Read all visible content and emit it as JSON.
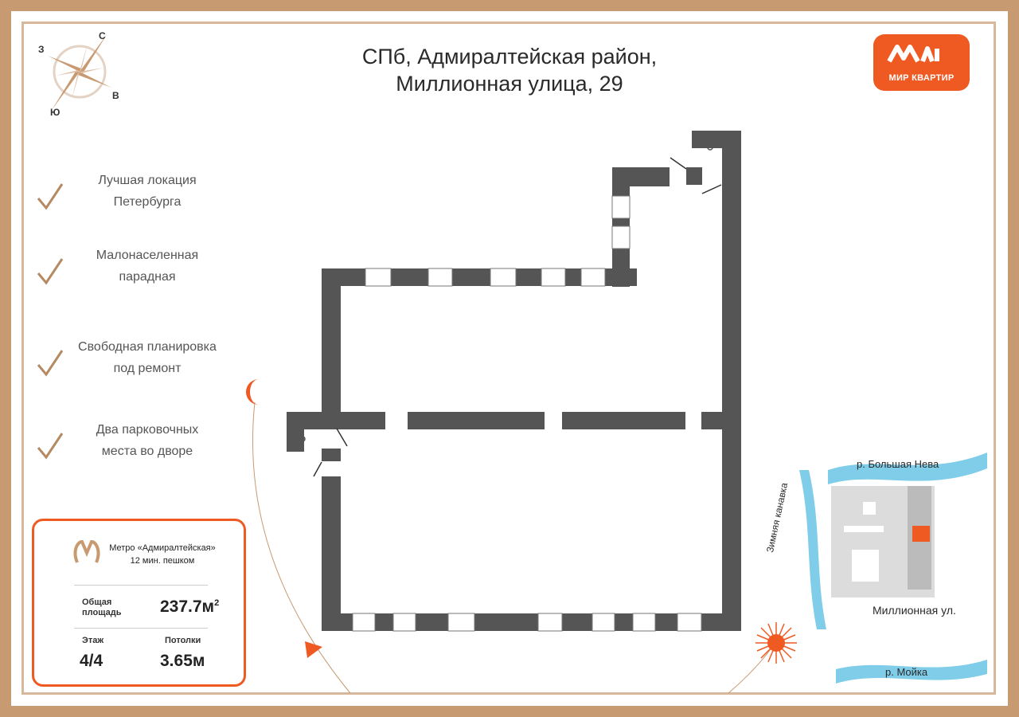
{
  "address": {
    "line1": "СПб, Адмиралтейская район,",
    "line2": "Миллионная улица, 29"
  },
  "logo": {
    "text": "МИР КВАРТИР"
  },
  "compass": {
    "north": "С",
    "south": "Ю",
    "east": "В",
    "west": "З"
  },
  "features": [
    {
      "line1": "Лучшая локация",
      "line2": "Петербурга"
    },
    {
      "line1": "Малонаселенная",
      "line2": "парадная"
    },
    {
      "line1": "Свободная планировка",
      "line2": "под ремонт"
    },
    {
      "line1": "Два парковочных",
      "line2": "места во дворе"
    }
  ],
  "info": {
    "metro_line1": "Метро «Адмиралтейская»",
    "metro_line2": "12 мин. пешком",
    "area_label_line1": "Общая",
    "area_label_line2": "площадь",
    "area_value": "237.7м",
    "area_unit_sup": "2",
    "floor_label": "Этаж",
    "floor_value": "4/4",
    "ceiling_label": "Потолки",
    "ceiling_value": "3.65м"
  },
  "map": {
    "river_top": "р. Большая Нева",
    "canal": "Зимняя канавка",
    "street": "Миллионная ул.",
    "river_bottom": "р. Мойка"
  },
  "colors": {
    "accent": "#ee5a22",
    "frame": "#c89a72",
    "wall": "#555555",
    "water": "#7fcde9",
    "compass": "#c89a72"
  }
}
